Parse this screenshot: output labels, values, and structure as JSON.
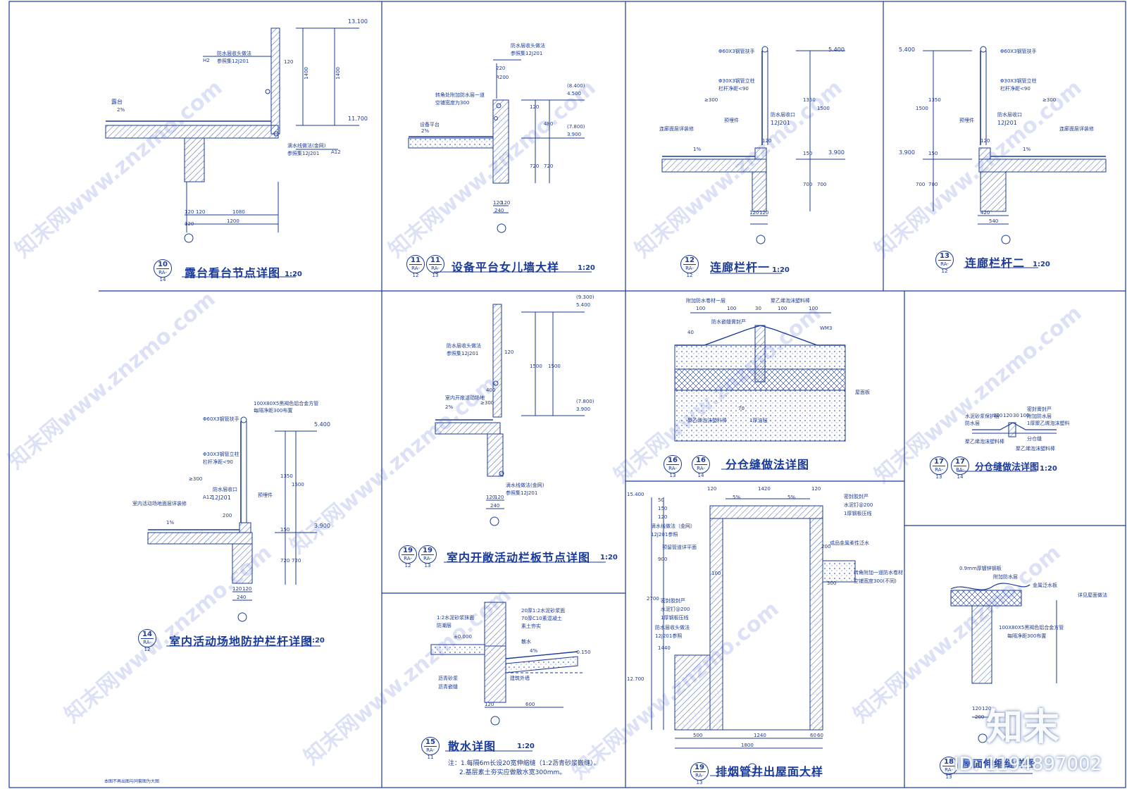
{
  "accent_color": "#1a3a9a",
  "panels": [
    {
      "id": "p10",
      "num": "10",
      "sheet": "RA-14",
      "title": "露台看台节点详图",
      "scale": "1:20"
    },
    {
      "id": "p11",
      "num": "11",
      "num2": "11",
      "sheet": "RA-12",
      "sheet2": "RA-13",
      "title": "设备平台女儿墙大样",
      "scale": "1:20"
    },
    {
      "id": "p12",
      "num": "12",
      "sheet": "RA-12",
      "title": "连廊栏杆一",
      "scale": "1:20"
    },
    {
      "id": "p13",
      "num": "13",
      "sheet": "RA-12",
      "title": "连廊栏杆二",
      "scale": "1:20"
    },
    {
      "id": "p14",
      "num": "14",
      "sheet": "RA-12",
      "title": "室内活动场地防护栏杆详图",
      "scale": "1:20"
    },
    {
      "id": "p19a",
      "num": "19",
      "num2": "19",
      "sheet": "RA-12",
      "sheet2": "RA-13",
      "title": "室内开敞活动栏板节点详图",
      "scale": "1:20"
    },
    {
      "id": "p16",
      "num": "16",
      "num2": "16",
      "sheet": "RA-13",
      "sheet2": "RA-14",
      "title": "分仓缝做法详图",
      "scale": ""
    },
    {
      "id": "p17",
      "num": "17",
      "num2": "17",
      "sheet": "RA-13",
      "sheet2": "RA-14",
      "title": "分仓缝做法详图",
      "scale": "1:20"
    },
    {
      "id": "p15",
      "num": "15",
      "sheet": "RA-11",
      "title": "散水详图",
      "scale": "1:20"
    },
    {
      "id": "p19b",
      "num": "19",
      "sheet": "RA-13",
      "title": "排烟管井出屋面大样",
      "scale": ""
    },
    {
      "id": "p18",
      "num": "18",
      "sheet": "RA-13",
      "title": "屋面伸缩缝详图",
      "scale": ""
    }
  ],
  "labels": {
    "p10": {
      "el1": "13.100",
      "el2": "11.700",
      "d1": "1400",
      "d2": "1400",
      "d3": "120",
      "d4": "1080",
      "d5": "1200",
      "d6": "120",
      "d7": "120",
      "d8": "120",
      "note1": "防水层收头做法",
      "note2": "参照集12J201",
      "note3": "滴水线做法(金网)",
      "note4": "参照集12J201",
      "slope": "2%",
      "lbl": "露台",
      "ref": "H2",
      "ref2": "A12"
    },
    "p11": {
      "el1": "(8.400)",
      "el1b": "4.500",
      "el2": "(7.800)",
      "el2b": "3.900",
      "note1": "防水层收头做法",
      "note2": "参照集12J201",
      "note3": "转角处附加防水层一道",
      "note4": "空铺宽度为300",
      "lbl": "设备平台",
      "slope": "2%",
      "d1": "120",
      "d2": "480",
      "d3": "720",
      "d4": "720",
      "d5": "120",
      "d6": "120",
      "d7": "240",
      "d8": "220",
      "d9": "R200"
    },
    "p12": {
      "el1": "5.400",
      "el2": "3.900",
      "note1": "Φ60X3钢管扶手",
      "note2": "Φ30X3钢管立柱",
      "note3": "栏杆净距<90",
      "note4": "防水层收口",
      "note5": "12J201",
      "note6": "预埋件",
      "note7": "连廊面层详装修",
      "d1": "1350",
      "d2": "1500",
      "d3": "150",
      "d4": "700",
      "d5": "700",
      "d6": "120",
      "d7": "120",
      "d8": "120",
      "d9": "≥300",
      "slope": "1%"
    },
    "p13": {
      "el1": "5.400",
      "el2": "3.900",
      "note1": "Φ60X3钢管扶手",
      "note2": "Φ30X3钢管立柱",
      "note3": "栏杆净距<90",
      "note4": "防水层收口",
      "note5": "12J201",
      "note6": "预埋件",
      "note7": "连廊面层详装修",
      "d1": "1350",
      "d2": "1500",
      "d3": "150",
      "d4": "700",
      "d5": "700",
      "d6": "420",
      "d7": "540",
      "d8": "120",
      "d9": "≥300",
      "slope": "1%"
    },
    "p14": {
      "el1": "5.400",
      "el2": "3.900",
      "note1": "100X80X5黑褐色铝合金方管",
      "note2": "每隔净距300布置",
      "note3": "Φ60X3钢管扶手",
      "note4": "Φ30X3钢管立柱",
      "note5": "栏杆净距<90",
      "note6": "防水层收口",
      "note7": "12J201",
      "note8": "预埋件",
      "note9": "室内活动场地面层详装修",
      "d1": "1350",
      "d2": "1500",
      "d3": "150",
      "d4": "720",
      "d5": "720",
      "d6": "120",
      "d7": "120",
      "d8": "240",
      "d9": "200",
      "d10": "≥300",
      "slope": "1%",
      "ref": "A12"
    },
    "p19a": {
      "el0": "(9.300)",
      "el1": "5.400",
      "el2": "(7.800)",
      "el2b": "3.900",
      "note1": "防水层收头做法",
      "note2": "参照集12J201",
      "note3": "室内开敞活动场地",
      "note4": "滴水线做法(金网)",
      "note5": "参照集12J201",
      "d1": "1500",
      "d2": "1500",
      "d3": "120",
      "d4": "400",
      "d5": "≥300",
      "d6": "120",
      "d7": "120",
      "d8": "240",
      "slope": "2%"
    },
    "p16": {
      "n1": "附加防水卷材一层",
      "n2": "聚乙烯泡沫塑料棒",
      "n3": "防水嵌缝膏封严",
      "n4": "WM3",
      "n5": "屋面板",
      "n6": "聚乙烯泡沫塑料棒",
      "n7": "1厚油毡",
      "d1": "100",
      "d2": "100",
      "d3": "30",
      "d4": "100",
      "d5": "100",
      "d6": "40",
      "d7": "70"
    },
    "p17": {
      "n1": "水泥砂浆保护层",
      "n2": "防水层",
      "n3": "密封膏封严",
      "n4": "附加防水层",
      "n5": "1厚聚乙烯泡沫塑料",
      "n6": "聚乙烯泡沫塑料棒",
      "n7": "聚乙烯泡沫塑料棒",
      "n8": "分仓缝",
      "d1": "100",
      "d2": "120",
      "d3": "30",
      "d4": "100"
    },
    "p15": {
      "n1": "1:2水泥砂浆抹面",
      "n2": "防潮层",
      "n3": "20厚1:2水泥砂浆面",
      "n4": "70厚C10素混凝土",
      "n5": "素土夯实",
      "n6": "沥青砂浆",
      "n7": "散水",
      "n8": "沥青嵌缝",
      "n9": "建筑外墙",
      "e1": "±0.000",
      "e2": "-0.150",
      "slope": "4%",
      "d1": "120",
      "d2": "600",
      "note_title": "注：1.每隔6m长设20宽伸缩缝（1:2沥青砂浆嵌缝）。",
      "note2": "2.基层素土夯实应做散水宽300mm。"
    },
    "p19b": {
      "el1": "15.400",
      "el2": "12.700",
      "d1": "120",
      "d2": "1420",
      "d3": "120",
      "d4": "5%",
      "d5": "5%",
      "d6": "500",
      "d7": "1240",
      "d8": "1800",
      "d9": "60",
      "d10": "60",
      "d11": "2700",
      "d12": "900",
      "d13": "1440",
      "d14": "200",
      "d15": "300",
      "d16": "120",
      "d17": "150",
      "d18": "50",
      "n1": "密封胶封严",
      "n2": "水泥钉@200",
      "n3": "1厚钢板压线",
      "n4": "滴水线做法（金网）",
      "n5": "12J201参照",
      "n6": "预留管道详平面",
      "n7": "成品金属柔性泛水",
      "n8": "转角附加一道防水卷材",
      "n9": "空铺宽度300(不同)",
      "n10": "防水层收头做法",
      "n11": "12J201参照",
      "n12": "密封胶封严",
      "n13": "水泥钉@200",
      "n14": "1厚钢板压线",
      "n15": "100"
    },
    "p18": {
      "n1": "0.9mm厚镀锌钢板",
      "n2": "附加防水层",
      "n3": "金属泛水板",
      "n4": "详见屋面做法",
      "n5": "100X80X5黑褐色铝合金方管",
      "n6": "每隔净距300布置",
      "d1": "120",
      "d2": "120",
      "d3": "200"
    }
  },
  "footnote": "本图不再出图与同套图为大图",
  "watermarks": [
    "知末网www.znzmo.com",
    "知末网www.znzmo.com",
    "知末网www.znzmo.com",
    "知末网www.znzmo.com",
    "知末网www.znzmo.com",
    "知末网www.znzmo.com",
    "知末网www.znzmo.com",
    "知末网www.znzmo.com",
    "知末网www.znzmo.com",
    "知末网www.znzmo.com",
    "知末网www.znzmo.com",
    "知末网www.znzmo.com"
  ],
  "corner_logo": "知末",
  "corner_id": "ID: 1194897002"
}
